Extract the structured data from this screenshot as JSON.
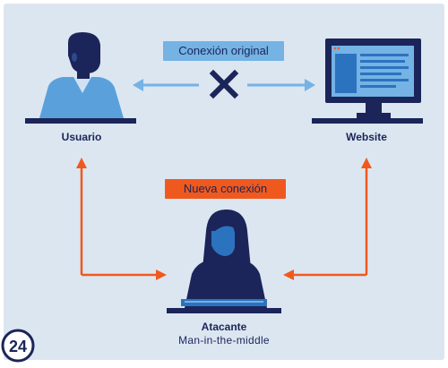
{
  "labels": {
    "conexion_original": "Conexión original",
    "nueva_conexion": "Nueva conexión",
    "usuario": "Usuario",
    "website": "Website",
    "atacante": "Atacante",
    "atacante_sub": "Man-in-the-middle"
  },
  "logo": {
    "text": "24"
  },
  "colors": {
    "background": "#dce6f1",
    "navy": "#1b2559",
    "light_blue": "#74b3e4",
    "mid_blue": "#5aa1db",
    "orange": "#f0591e"
  },
  "icons": [
    "user-icon",
    "website-monitor-icon",
    "attacker-icon",
    "cross-icon",
    "arrow-icon"
  ]
}
